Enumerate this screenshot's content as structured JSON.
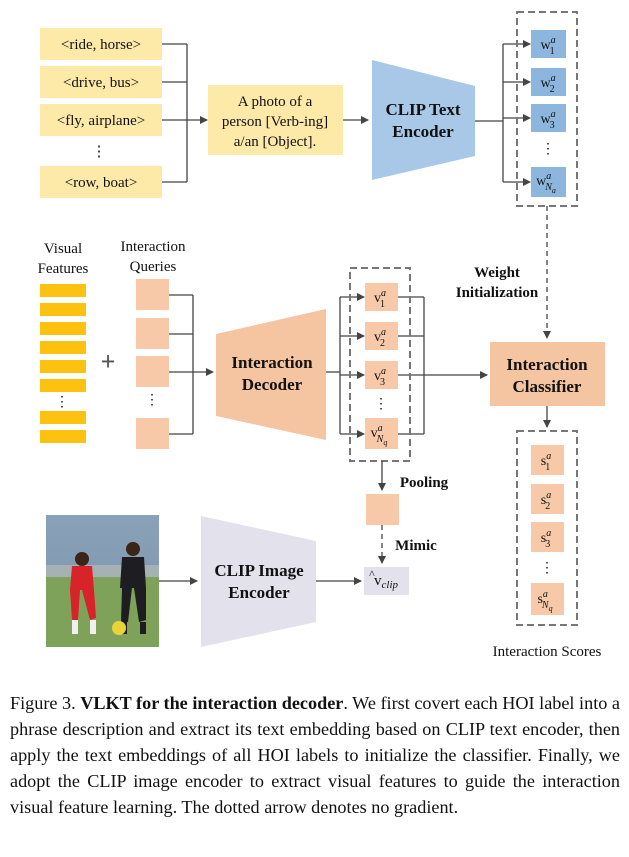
{
  "figure": {
    "hoi_labels": [
      "<ride, horse>",
      "<drive, bus>",
      "<fly, airplane>",
      "<row, boat>"
    ],
    "vdots": "⋮",
    "prompt_lines": [
      "A photo of a",
      "person [Verb-ing]",
      "a/an [Object]."
    ],
    "text_encoder_lines": [
      "CLIP Text",
      "Encoder"
    ],
    "text_emb": {
      "base": "w",
      "sup": "a",
      "subs": [
        "1",
        "2",
        "3"
      ],
      "sub_last_main": "N",
      "sub_last_sub": "a"
    },
    "visual_features_lines": [
      "Visual",
      "Features"
    ],
    "interaction_queries_lines": [
      "Interaction",
      "Queries"
    ],
    "plus": "+",
    "decoder_lines": [
      "Interaction",
      "Decoder"
    ],
    "query_emb": {
      "base": "v",
      "sup": "a",
      "subs": [
        "1",
        "2",
        "3"
      ],
      "sub_last_main": "N",
      "sub_last_sub": "q"
    },
    "weight_init_lines": [
      "Weight",
      "Initialization"
    ],
    "classifier_lines": [
      "Interaction",
      "Classifier"
    ],
    "scores": {
      "base": "s",
      "sup": "a",
      "subs": [
        "1",
        "2",
        "3"
      ],
      "sub_last_main": "N",
      "sub_last_sub": "q"
    },
    "pooling": "Pooling",
    "mimic": "Mimic",
    "vclip": {
      "base": "v",
      "hat": "^",
      "sub": "clip"
    },
    "image_encoder_lines": [
      "CLIP Image",
      "Encoder"
    ],
    "interaction_scores": "Interaction Scores",
    "colors": {
      "label_yellow": "#fde9a8",
      "feature_yellow": "#fdc10f",
      "encoder_blue": "#a9c8e8",
      "emb_blue": "#8db6de",
      "decoder_orange": "#f5c4a0",
      "query_orange": "#f7c9a8",
      "image_encoder_gray": "#e3e1ec"
    }
  },
  "caption": {
    "lead": "Figure 3. ",
    "bold": "VLKT for the interaction decoder",
    "rest": ". We first covert each HOI label into a phrase description and extract its text embedding based on CLIP text encoder, then apply the text embeddings of all HOI labels to initialize the classifier. Finally, we adopt the CLIP image encoder to extract visual features to guide the interaction visual feature learning. The dotted arrow denotes no gradient."
  }
}
